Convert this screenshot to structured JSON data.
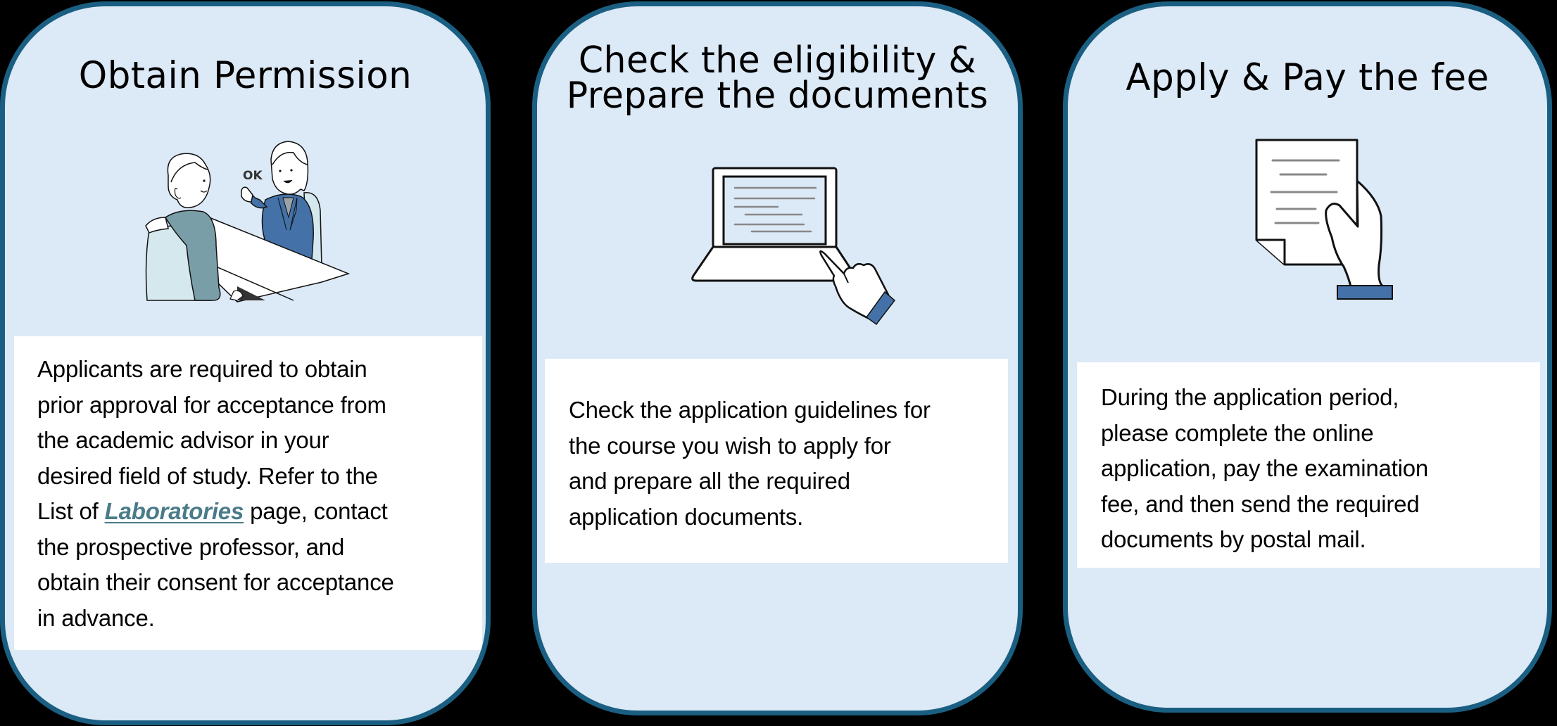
{
  "colors": {
    "background": "#000000",
    "card_fill": "#dce9f6",
    "card_border": "#1a5f82",
    "textbox_fill": "#ffffff",
    "link": "#4a7b89",
    "accent_blue": "#4472a8"
  },
  "steps": [
    {
      "title": "Obtain Permission",
      "illustration": "meeting-illustration",
      "body_lines": [
        "Applicants are required to obtain",
        "prior approval for acceptance from",
        "the academic advisor in your",
        "desired field of study. Refer to the",
        {
          "before": "List of ",
          "link": "Laboratories",
          "after": " page, contact"
        },
        "the prospective professor, and",
        "obtain their consent for acceptance",
        "in advance."
      ],
      "ok_label": "OK"
    },
    {
      "title_lines": [
        "Check the eligibility &",
        "Prepare the documents"
      ],
      "illustration": "laptop-illustration",
      "body_lines": [
        "Check the application guidelines for",
        "the course you wish to apply for",
        "and prepare all the required",
        "application documents."
      ]
    },
    {
      "title": "Apply & Pay the fee",
      "illustration": "document-in-hand-illustration",
      "body_lines": [
        "During the application period,",
        "please complete the online",
        "application, pay the examination",
        "fee, and then send the required",
        "documents by postal mail."
      ]
    }
  ],
  "link_text": {
    "before": "List of ",
    "link": "Laboratories",
    "after": " page, contact"
  }
}
